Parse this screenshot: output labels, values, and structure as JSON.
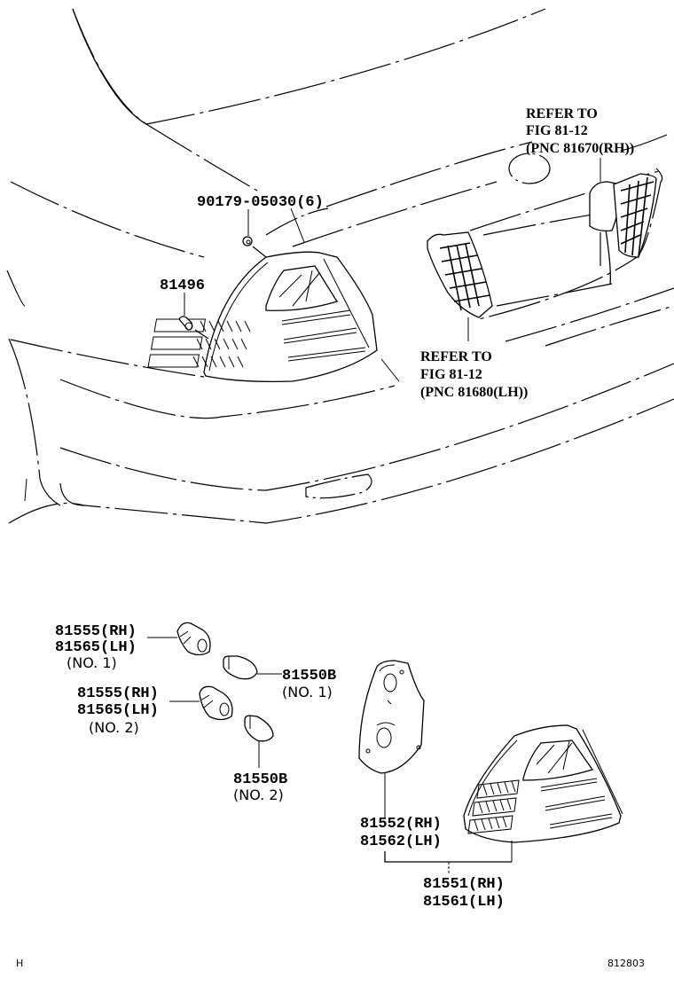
{
  "diagram": {
    "title": "Rear Combination Lamp",
    "labels": {
      "refer_rh": [
        "REFER TO",
        "FIG 81-12",
        "(PNC 81670(RH))"
      ],
      "refer_lh": [
        "REFER TO",
        "FIG 81-12",
        "(PNC 81680(LH))"
      ],
      "nut": "90179-05030(6)",
      "screw": "81496",
      "socket_no1": [
        "81555(RH)",
        "81565(LH)",
        "(NO. 1)"
      ],
      "socket_no2": [
        "81555(RH)",
        "81565(LH)",
        "(NO. 2)"
      ],
      "bulb_no1": [
        "81550B",
        "(NO. 1)"
      ],
      "bulb_no2": [
        "81550B",
        "(NO. 2)"
      ],
      "gasket": [
        "81552(RH)",
        "81562(LH)"
      ],
      "lamp_assy": [
        "81551(RH)",
        "81561(LH)"
      ]
    },
    "footer": {
      "left_code": "H",
      "right_code": "812803"
    }
  }
}
